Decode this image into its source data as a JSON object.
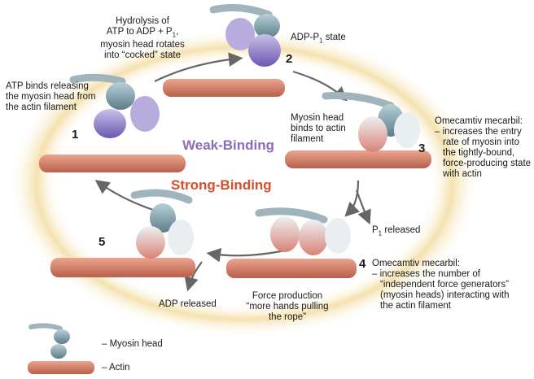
{
  "cycle": {
    "weak_binding_label": "Weak-Binding",
    "strong_binding_label": "Strong-Binding",
    "colors": {
      "weak": "#8e6bb8",
      "strong": "#d4502a",
      "actin": "#d8836e",
      "myosin_cocked": "#8a79c8",
      "myosin_head": "#7a9aa6",
      "glow": "#f3dca0"
    },
    "steps": [
      {
        "number": "1",
        "text": "ATP binds releasing the myosin head from the actin filament"
      },
      {
        "number": "2",
        "text_prefix": "ADP-P",
        "text_sub": "1",
        "text_suffix": " state"
      },
      {
        "number": "3",
        "text": "Myosin head binds to actin filament"
      },
      {
        "number": "4"
      },
      {
        "number": "5"
      }
    ],
    "hydrolysis": {
      "line1": "Hydrolysis of",
      "line2_prefix": "ATP to ADP + P",
      "line2_sub": "1",
      "line2_suffix": ",",
      "line3": "myosin head rotates",
      "line4": "into “cocked” state"
    },
    "p1_released": {
      "prefix": "P",
      "sub": "1",
      "suffix": " released"
    },
    "adp_released": "ADP released",
    "force_production": {
      "line1": "Force production",
      "line2": "“more hands pulling",
      "line3": "the rope”"
    },
    "omecamtiv_3": {
      "title": "Omecamtiv mecarbil:",
      "lines": [
        "– increases the entry",
        "rate of myosin into",
        "the tightly-bound,",
        "force-producing state",
        "with actin"
      ]
    },
    "omecamtiv_4": {
      "title": "Omecamtiv mecarbil:",
      "lines": [
        "– increases the number of",
        "“independent force generators”",
        "(myosin heads) interacting with",
        "the actin filament"
      ]
    }
  },
  "legend": {
    "myosin_head": "–  Myosin head",
    "actin": "–  Actin"
  }
}
